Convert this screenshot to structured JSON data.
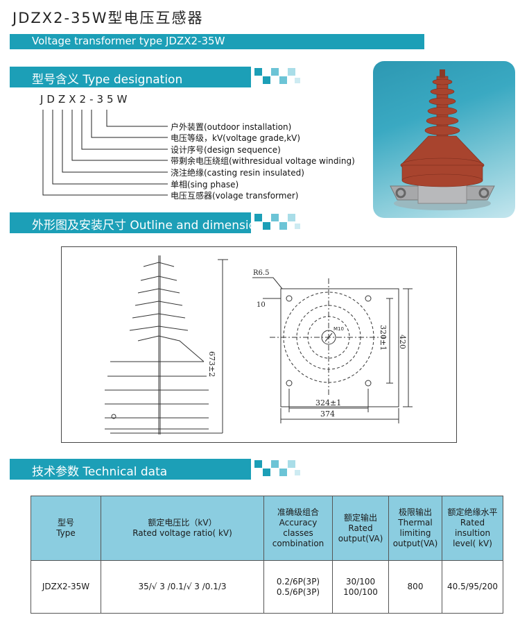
{
  "header": {
    "title_cn": "JDZX2-35W型电压互感器",
    "title_en": "Voltage transformer type JDZX2-35W"
  },
  "sections": {
    "type_designation": "型号含义  Type designation",
    "outline": "外形图及安装尺寸  Outline and dimensions",
    "technical": "技术参数  Technical data"
  },
  "designation": {
    "code": "JDZX2-35W",
    "lines": [
      "户外装置(outdoor installation)",
      "电压等级，kV(voltage grade,kV)",
      "设计序号(design sequence)",
      "带剩余电压绕组(withresidual voltage winding)",
      "浇注绝缘(casting resin insulated)",
      "单相(sing phase)",
      "电压互感器(volage transformer)"
    ]
  },
  "drawing": {
    "height_dim": "673±2",
    "radius": "R6.5",
    "ten": "10",
    "m10": "M10",
    "dim_320": "320±1",
    "dim_420": "420",
    "dim_324": "324±1",
    "dim_374": "374"
  },
  "table": {
    "headers": [
      "型号\nType",
      "额定电压比（kV）\nRated voltage ratio( kV)",
      "准确级组合\nAccuracy\nclasses\ncombination",
      "额定输出\nRated\noutput(VA)",
      "极限输出\nThermal\nlimiting\noutput(VA)",
      "额定绝缘水平\nRated insultion\nlevel( kV)"
    ],
    "row": [
      "JDZX2-35W",
      "35/√ 3 /0.1/√ 3 /0.1/3",
      "0.2/6P(3P)\n0.5/6P(3P)",
      "30/100\n100/100",
      "800",
      "40.5/95/200"
    ]
  },
  "colors": {
    "bar": "#1c9fb7",
    "table_header": "#8bcde0",
    "insulator": "#a8442e"
  }
}
